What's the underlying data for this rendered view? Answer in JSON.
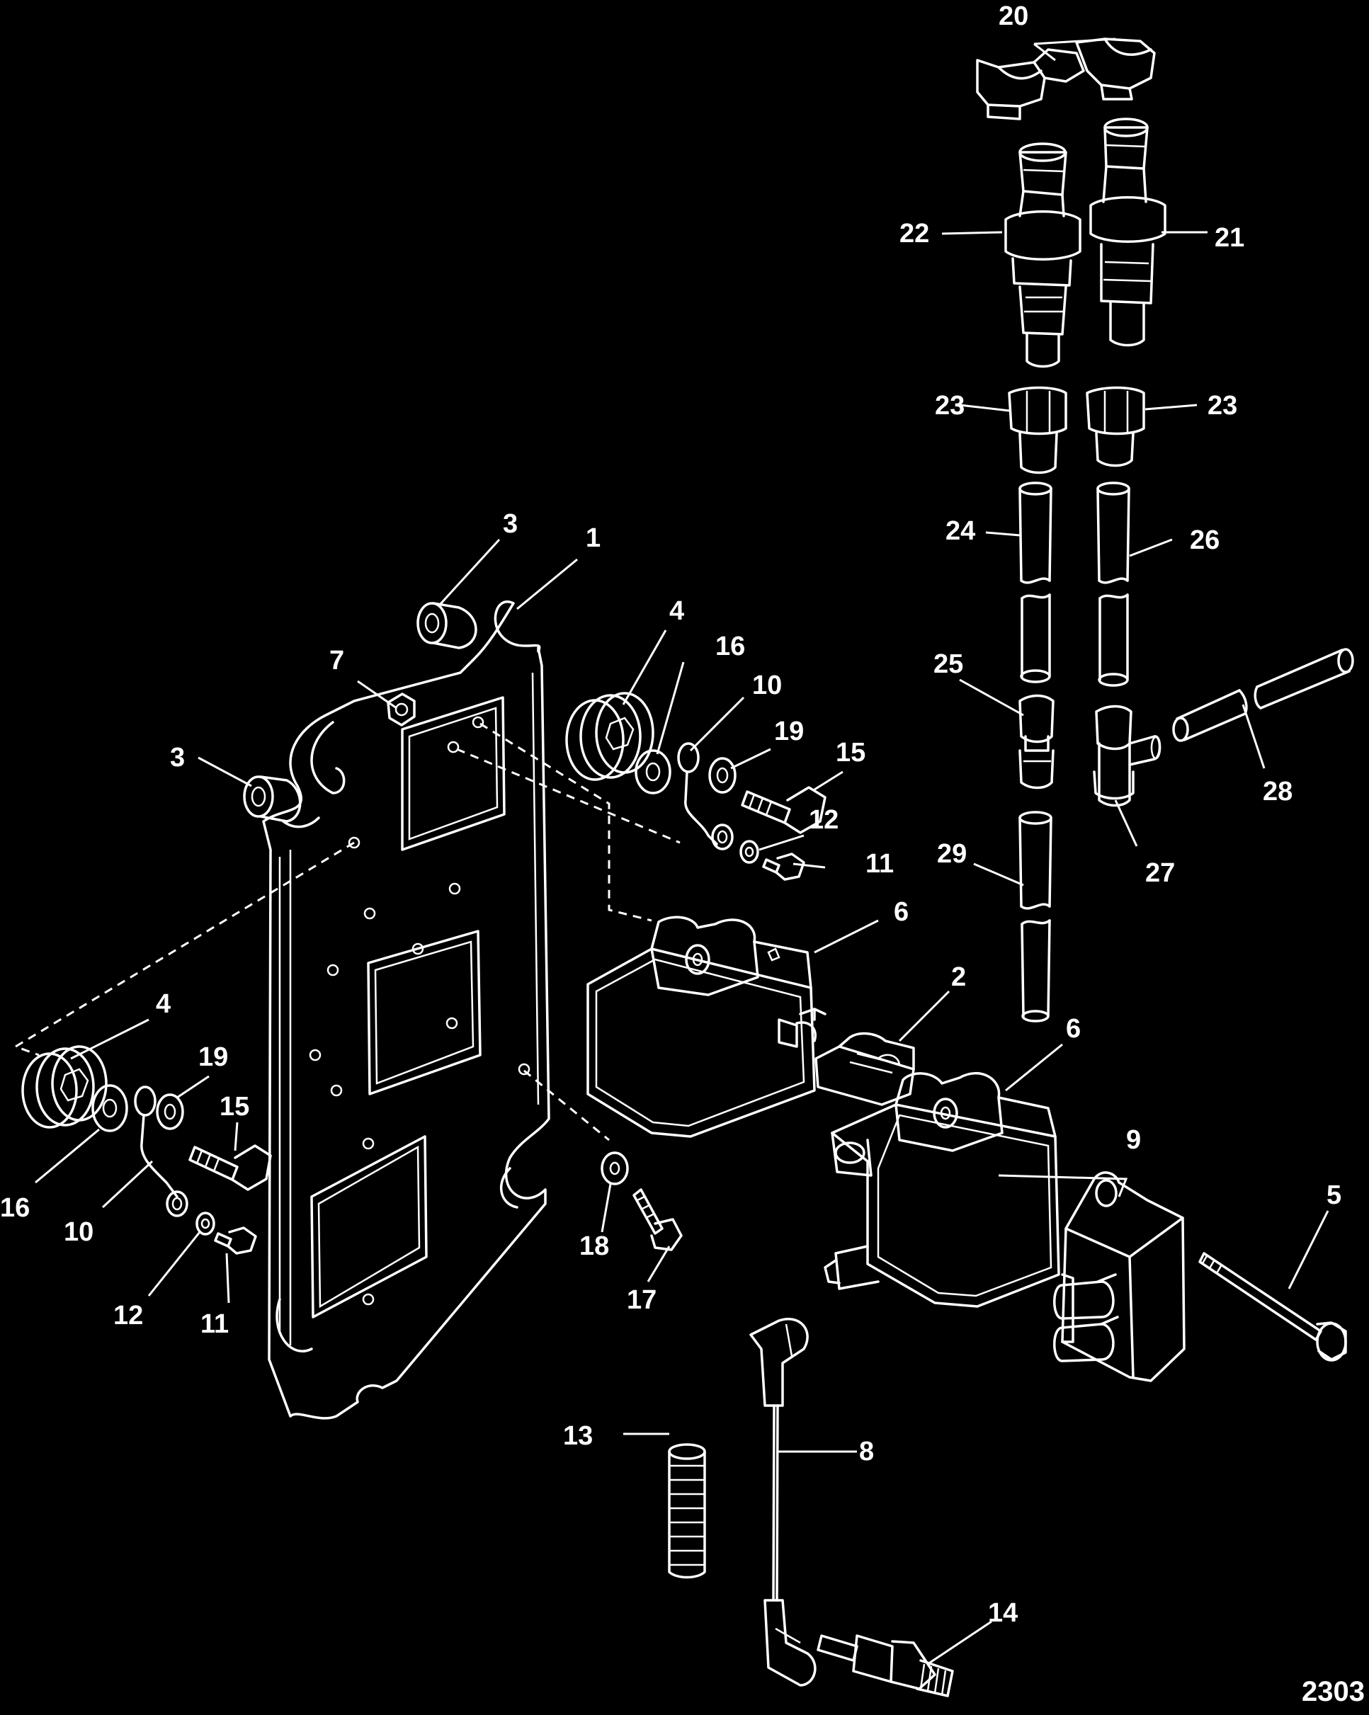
{
  "figure_number": "2303",
  "callouts": [
    {
      "id": "c1",
      "text": "1"
    },
    {
      "id": "c2",
      "text": "2"
    },
    {
      "id": "c3a",
      "text": "3"
    },
    {
      "id": "c3b",
      "text": "3"
    },
    {
      "id": "c4a",
      "text": "4"
    },
    {
      "id": "c4b",
      "text": "4"
    },
    {
      "id": "c5",
      "text": "5"
    },
    {
      "id": "c6a",
      "text": "6"
    },
    {
      "id": "c6b",
      "text": "6"
    },
    {
      "id": "c7",
      "text": "7"
    },
    {
      "id": "c8",
      "text": "8"
    },
    {
      "id": "c9",
      "text": "9"
    },
    {
      "id": "c10a",
      "text": "10"
    },
    {
      "id": "c10b",
      "text": "10"
    },
    {
      "id": "c11a",
      "text": "11"
    },
    {
      "id": "c11b",
      "text": "11"
    },
    {
      "id": "c12a",
      "text": "12"
    },
    {
      "id": "c12b",
      "text": "12"
    },
    {
      "id": "c13",
      "text": "13"
    },
    {
      "id": "c14",
      "text": "14"
    },
    {
      "id": "c15a",
      "text": "15"
    },
    {
      "id": "c15b",
      "text": "15"
    },
    {
      "id": "c16a",
      "text": "16"
    },
    {
      "id": "c16b",
      "text": "16"
    },
    {
      "id": "c17",
      "text": "17"
    },
    {
      "id": "c18",
      "text": "18"
    },
    {
      "id": "c19a",
      "text": "19"
    },
    {
      "id": "c19b",
      "text": "19"
    },
    {
      "id": "c20",
      "text": "20"
    },
    {
      "id": "c21",
      "text": "21"
    },
    {
      "id": "c22",
      "text": "22"
    },
    {
      "id": "c23a",
      "text": "23"
    },
    {
      "id": "c23b",
      "text": "23"
    },
    {
      "id": "c24",
      "text": "24"
    },
    {
      "id": "c25",
      "text": "25"
    },
    {
      "id": "c26",
      "text": "26"
    },
    {
      "id": "c27",
      "text": "27"
    },
    {
      "id": "c28",
      "text": "28"
    },
    {
      "id": "c29",
      "text": "29"
    }
  ]
}
